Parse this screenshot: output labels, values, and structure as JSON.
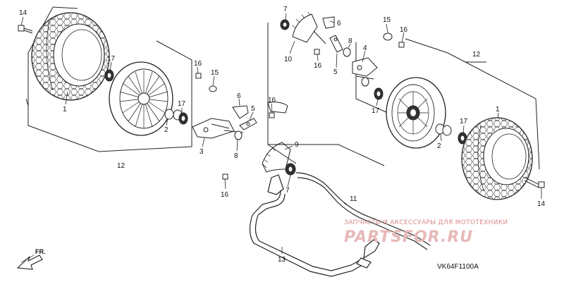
{
  "diagram": {
    "code": "VK64F1100A",
    "direction_label": "FR.",
    "watermark": {
      "line1": "ЗАПЧАСТИ И АКСЕССУАРЫ ДЛЯ МОТОТЕХНИКИ",
      "line2": "PARTSFOR.RU"
    },
    "callouts": {
      "c14a": "14",
      "c17a": "17",
      "c1a": "1",
      "c16a": "16",
      "c15a": "15",
      "c17b": "17",
      "c2a": "2",
      "c6a": "6",
      "c5a": "5",
      "c16b": "16",
      "c3a": "3",
      "c8a": "8",
      "c12a": "12",
      "c9a": "9",
      "c7a": "7",
      "c16c": "16",
      "c7b": "7",
      "c6b": "6",
      "c10": "10",
      "c16d": "16",
      "c8b": "8",
      "c5b": "5",
      "c4": "4",
      "c15b": "15",
      "c16e": "16",
      "c12b": "12",
      "c17c": "17",
      "c1b": "1",
      "c17d": "17",
      "c2b": "2",
      "c14b": "14",
      "c11": "11",
      "c13": "13"
    }
  }
}
